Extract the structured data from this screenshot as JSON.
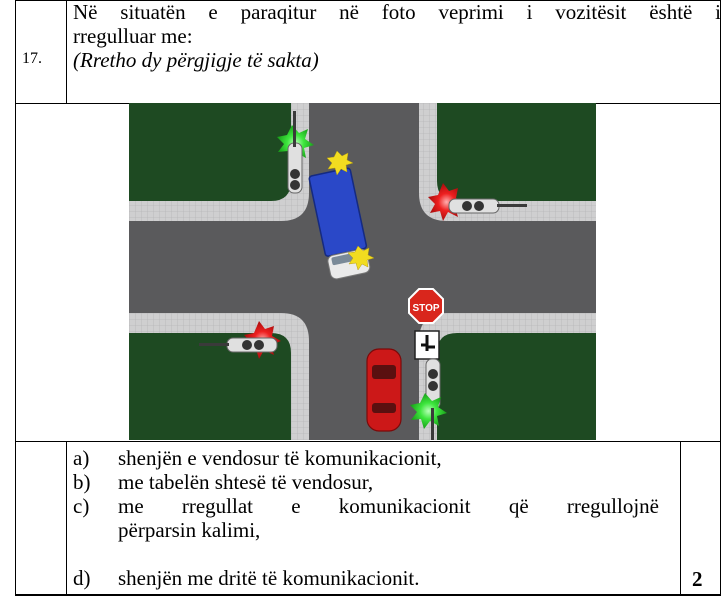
{
  "question": {
    "number": "17.",
    "text_line1": "Në situatën e paraqitur në foto veprimi i vozitësit është i",
    "text_line2": "rregulluar me:",
    "instruction": "(Rretho dy përgjigje të sakta)"
  },
  "image": {
    "stop_sign_text": "STOP",
    "icons": [
      "stop-sign",
      "supplementary-plate-priority",
      "traffic-light-green",
      "traffic-light-red",
      "yellow-turn-signal",
      "red-car",
      "blue-van"
    ],
    "colors": {
      "grass": "#1e4a22",
      "road": "#5a5a5c",
      "sidewalk": "#cfcfd0",
      "green_light": "#3ee63e",
      "red_light": "#ee2020",
      "stop_red": "#d9261c",
      "van_blue": "#2a48c8",
      "car_red": "#cc1818"
    }
  },
  "answers": [
    {
      "key": "a)",
      "text": "shenjën e vendosur të komunikacionit,"
    },
    {
      "key": "b)",
      "text": "me tabelën shtesë të vendosur,"
    },
    {
      "key": "c)",
      "text_line1": "me rregullat e komunikacionit që rregullojnë",
      "text_line2": "përparsin kalimi,"
    },
    {
      "key": "d)",
      "text": "shenjën me dritë të komunikacionit."
    }
  ],
  "points": "2"
}
